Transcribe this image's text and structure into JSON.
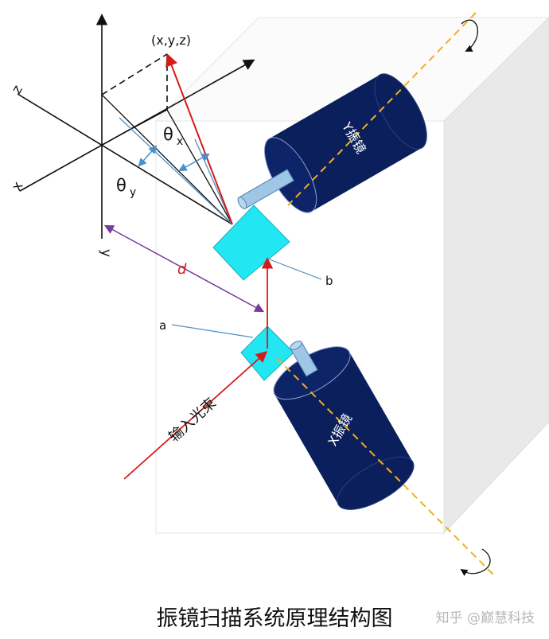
{
  "labels": {
    "point": "(x,y,z)",
    "theta_x_symbol": "θ",
    "theta_x_sub": "x",
    "theta_y_symbol": "θ",
    "theta_y_sub": "y",
    "axis_z": "z",
    "axis_x": "x",
    "axis_y": "y",
    "distance": "d",
    "mirror_a": "a",
    "mirror_b": "b",
    "y_galvo": "Y振镜",
    "x_galvo": "X振镜",
    "input_beam": "输入光束"
  },
  "caption": "振镜扫描系统原理结构图",
  "watermark": "知乎 @巅慧科技",
  "colors": {
    "galvo_body": "#0b1f5c",
    "mirror": "#22e6f2",
    "beam": "#d61a1a",
    "distance_arrow": "#7a3a9a",
    "angle_arrow": "#4a90c8",
    "axis_dash": "#f0b020"
  }
}
